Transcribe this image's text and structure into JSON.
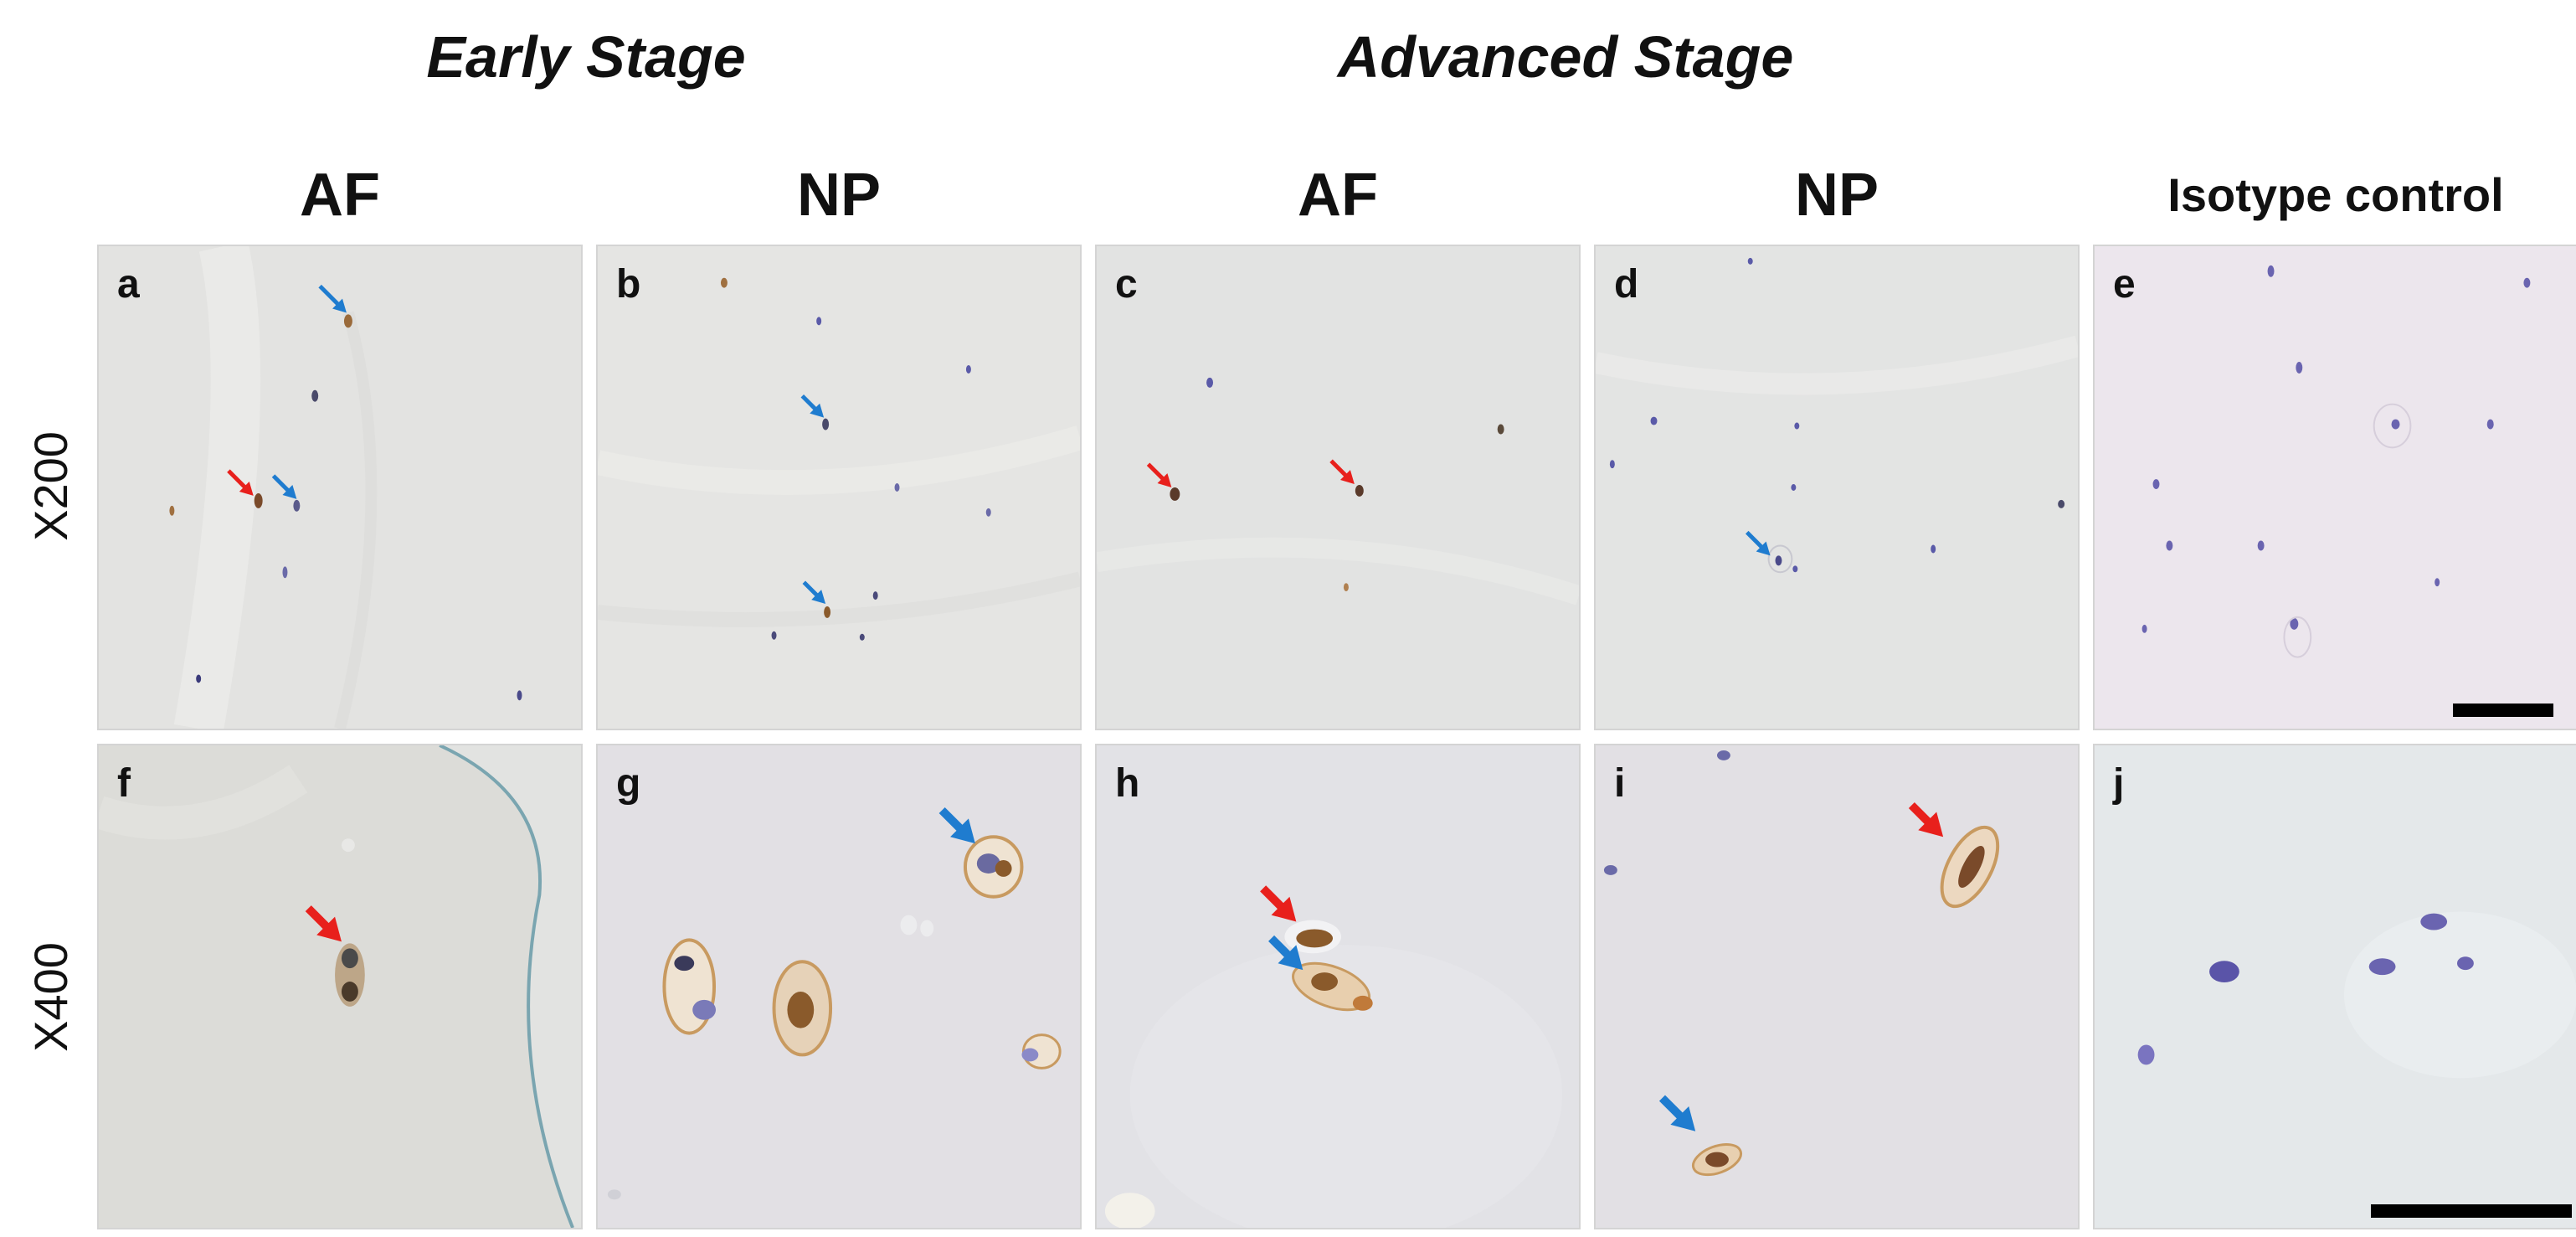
{
  "stages": {
    "early": "Early Stage",
    "advanced": "Advanced Stage"
  },
  "columns": [
    "AF",
    "NP",
    "AF",
    "NP",
    "Isotype control"
  ],
  "rows": [
    "X200",
    "X400"
  ],
  "panels": [
    {
      "letter": "a",
      "arrows": {
        "red": 1,
        "blue": 2
      }
    },
    {
      "letter": "b",
      "arrows": {
        "red": 0,
        "blue": 2
      }
    },
    {
      "letter": "c",
      "arrows": {
        "red": 2,
        "blue": 0
      }
    },
    {
      "letter": "d",
      "arrows": {
        "red": 0,
        "blue": 1
      }
    },
    {
      "letter": "e",
      "arrows": {
        "red": 0,
        "blue": 0
      }
    },
    {
      "letter": "f",
      "arrows": {
        "red": 1,
        "blue": 0
      }
    },
    {
      "letter": "g",
      "arrows": {
        "red": 0,
        "blue": 1
      }
    },
    {
      "letter": "h",
      "arrows": {
        "red": 1,
        "blue": 1
      }
    },
    {
      "letter": "i",
      "arrows": {
        "red": 1,
        "blue": 1
      }
    },
    {
      "letter": "j",
      "arrows": {
        "red": 0,
        "blue": 0
      }
    }
  ],
  "colors": {
    "red_arrow": "#e8201c",
    "blue_arrow": "#1f7ccf",
    "tissue_bg": "#e4e4e2",
    "isotype_bg": "#ece6ee",
    "stain_brown": "#8a5a2b",
    "nucleus_blue": "#5a58a8"
  }
}
